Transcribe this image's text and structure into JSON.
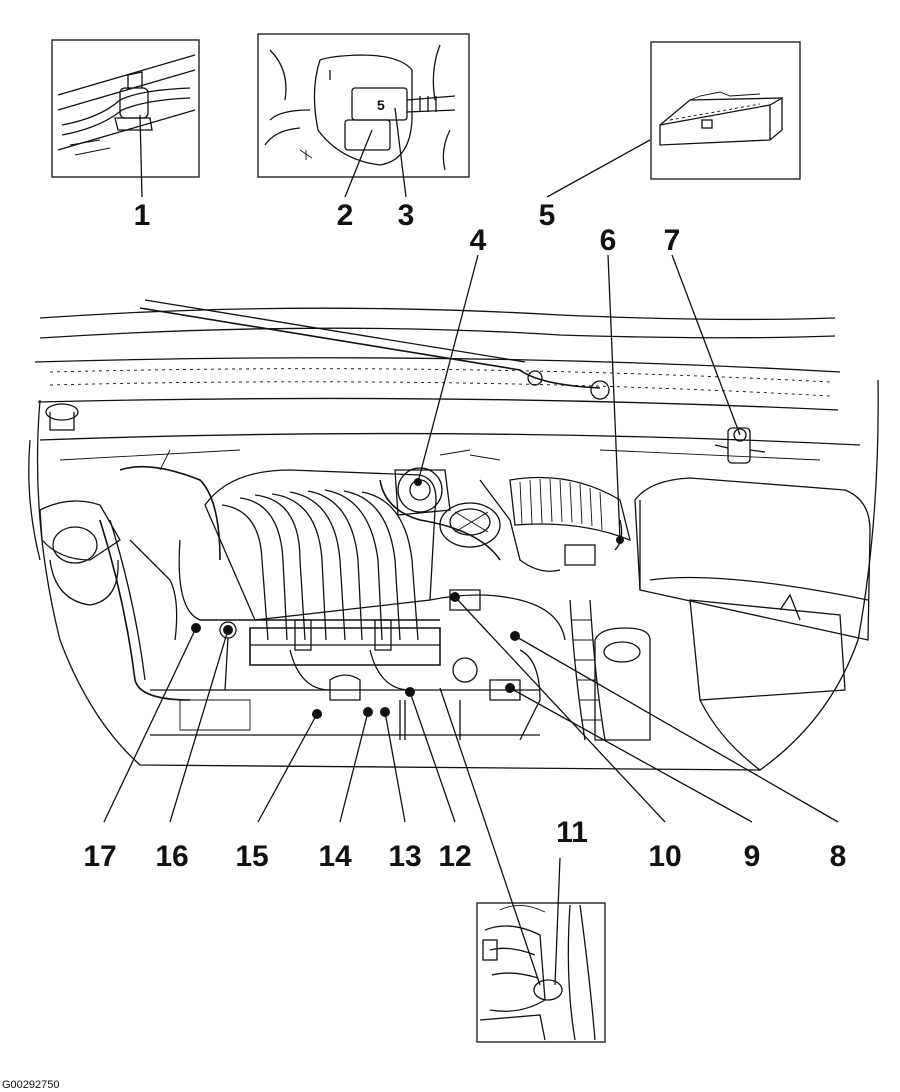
{
  "figure_id": "G00292750",
  "callouts": [
    {
      "id": "1",
      "label": "1"
    },
    {
      "id": "2",
      "label": "2"
    },
    {
      "id": "3",
      "label": "3"
    },
    {
      "id": "4",
      "label": "4"
    },
    {
      "id": "5",
      "label": "5"
    },
    {
      "id": "6",
      "label": "6"
    },
    {
      "id": "7",
      "label": "7"
    },
    {
      "id": "8",
      "label": "8"
    },
    {
      "id": "9",
      "label": "9"
    },
    {
      "id": "10",
      "label": "10"
    },
    {
      "id": "11",
      "label": "11"
    },
    {
      "id": "12",
      "label": "12"
    },
    {
      "id": "13",
      "label": "13"
    },
    {
      "id": "14",
      "label": "14"
    },
    {
      "id": "15",
      "label": "15"
    },
    {
      "id": "16",
      "label": "16"
    },
    {
      "id": "17",
      "label": "17"
    }
  ],
  "inset_relay_marking": "5"
}
